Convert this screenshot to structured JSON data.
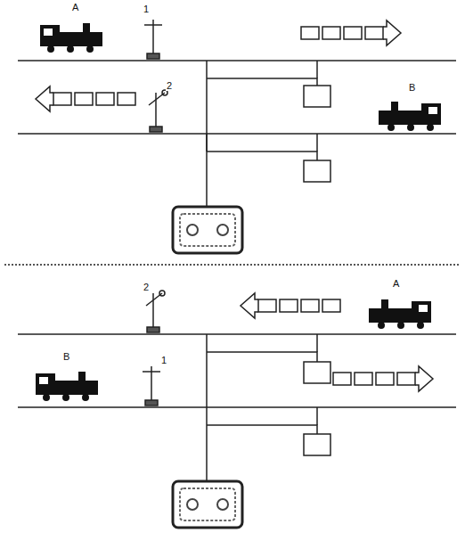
{
  "diagram": {
    "labels": [
      "A",
      "1",
      "2",
      "B",
      "2",
      "1",
      "A",
      "B"
    ]
  }
}
